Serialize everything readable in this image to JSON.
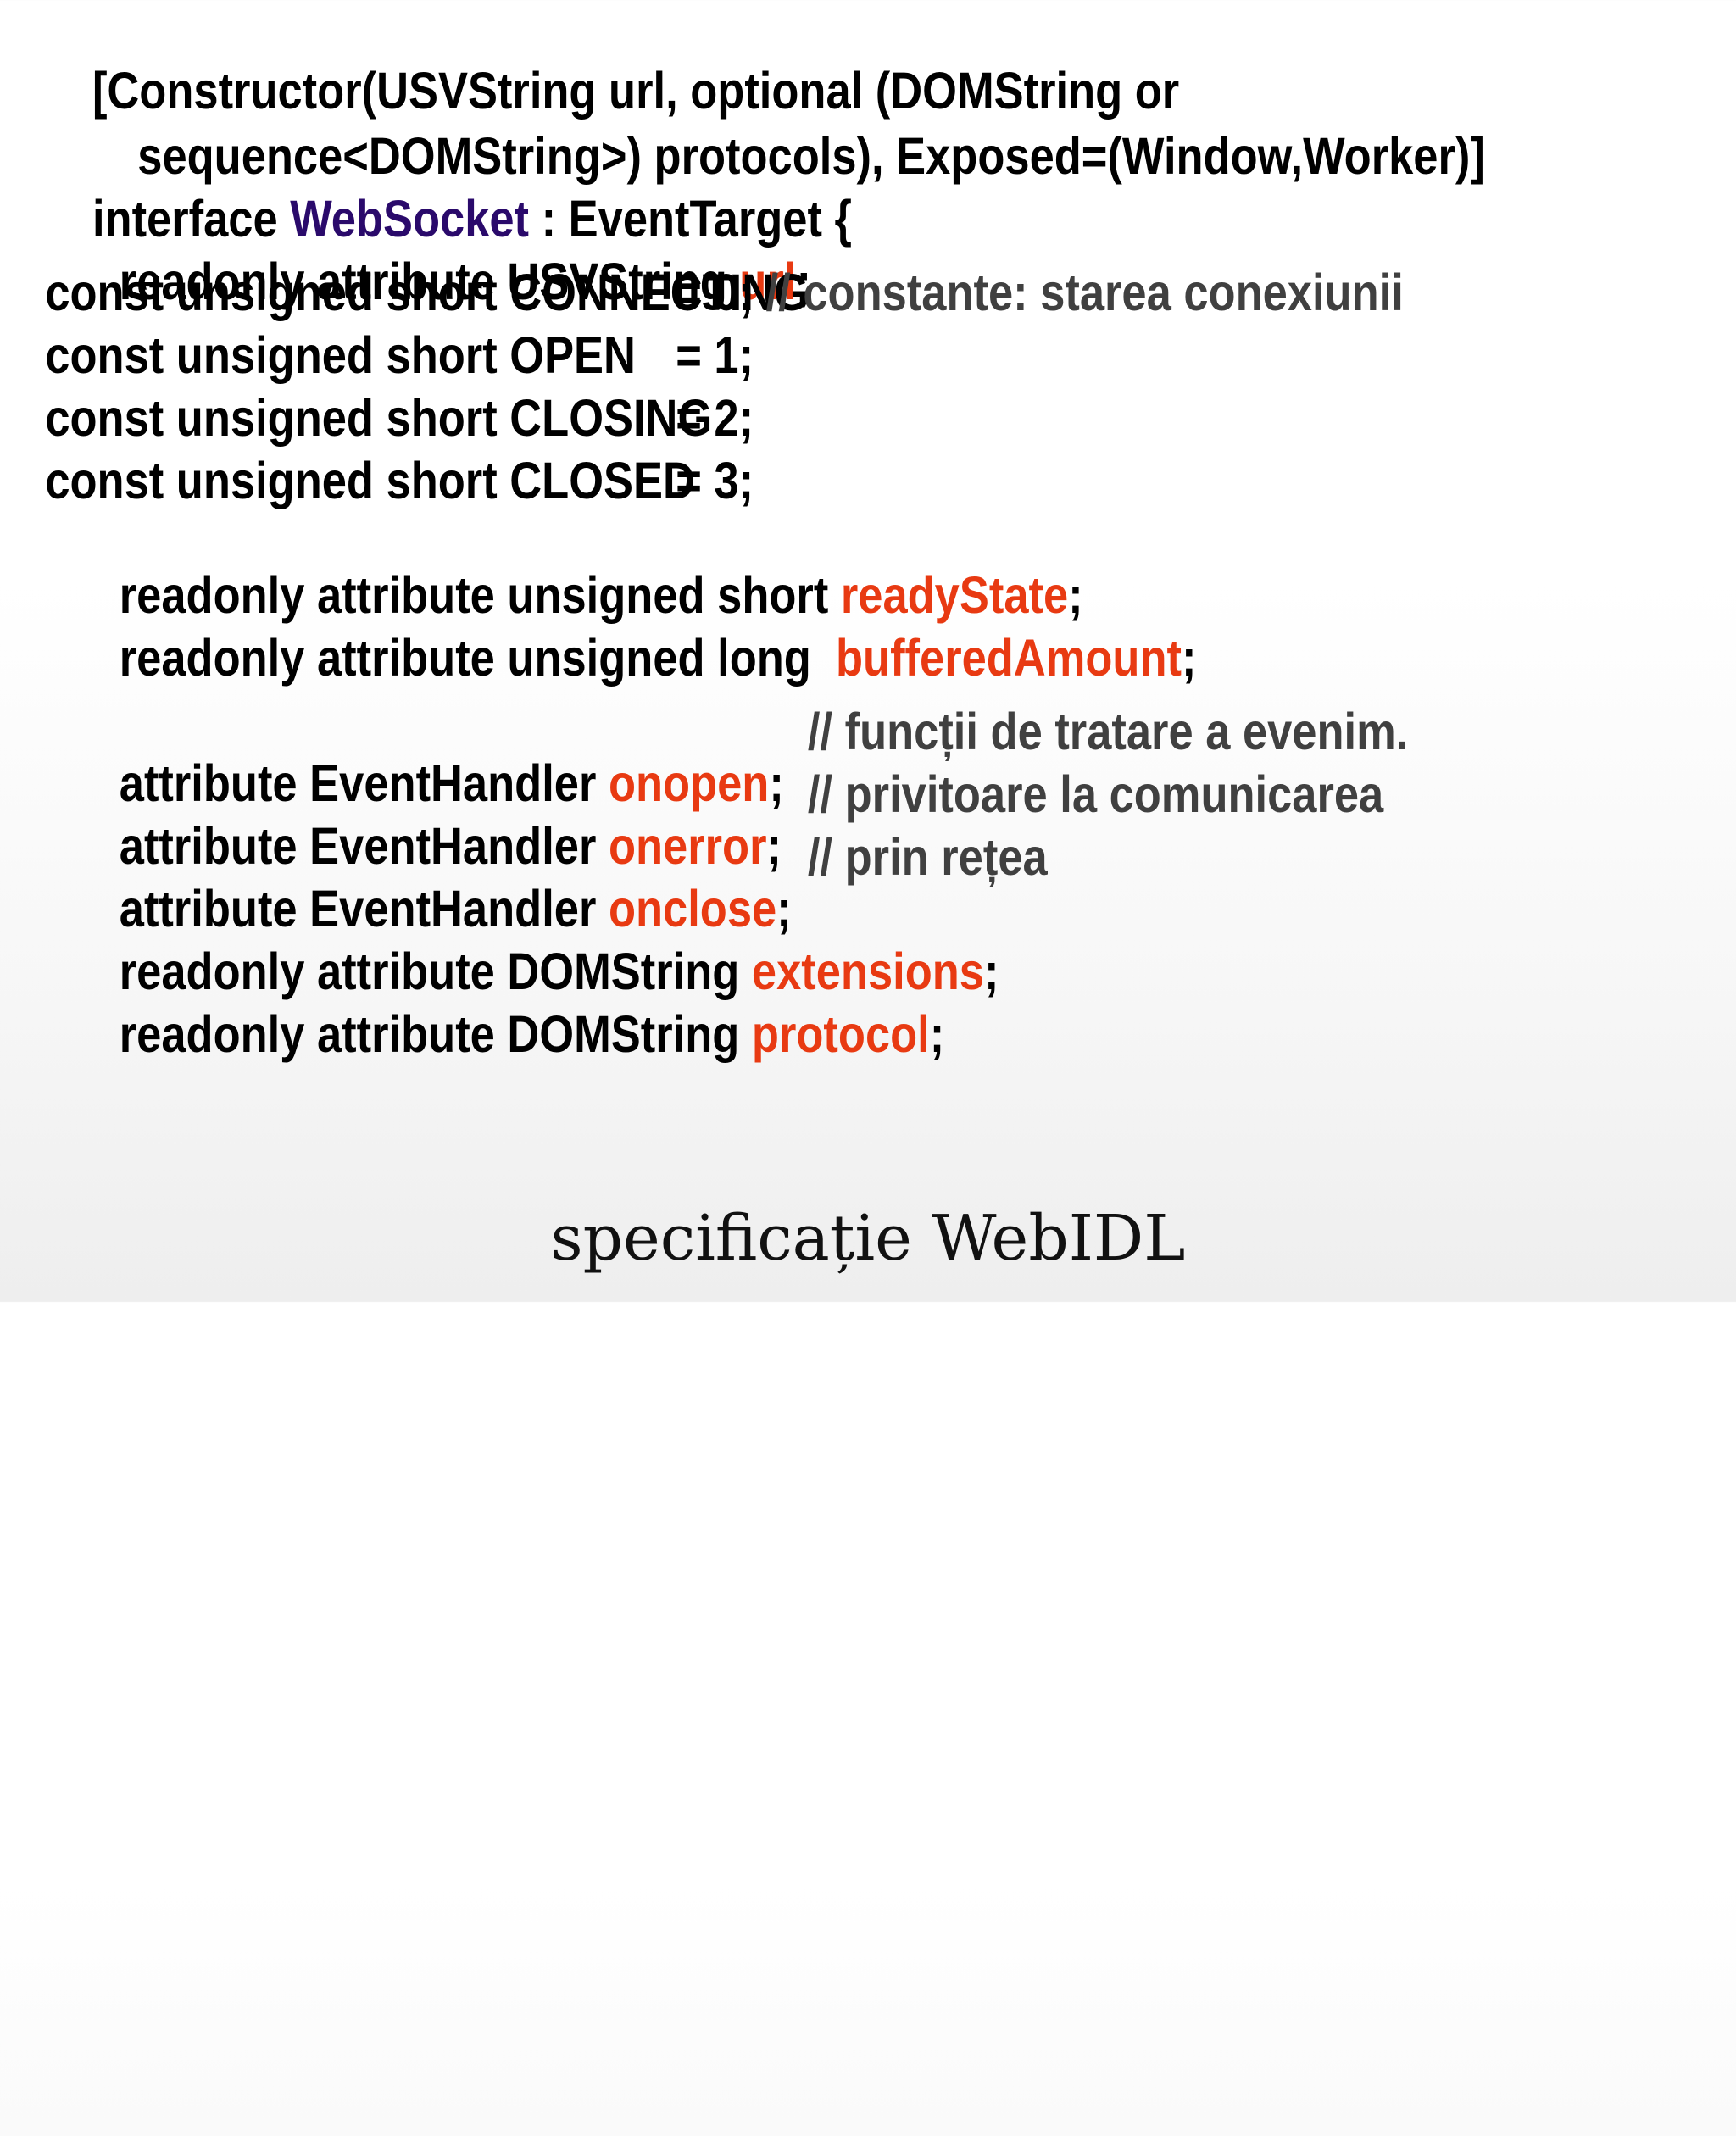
{
  "colors": {
    "text": "#000000",
    "interface_name": "#2a0a6b",
    "member_name": "#e83a12",
    "comment": "#404040"
  },
  "code": {
    "line1": "[Constructor(USVString url, optional (DOMString or",
    "line2": "sequence<DOMString>) protocols), Exposed=(Window,Worker)]",
    "line3_kw": "interface ",
    "line3_name": "WebSocket",
    "line3_rest": " : EventTarget {",
    "url_prefix": "readonly attribute USVString ",
    "url_name": "url",
    "semicolon": ";",
    "const_prefix": "const unsigned short ",
    "const_connecting": "CONNECTING",
    "const_connecting_eq": "= 0;",
    "const_comment": " // constante: starea conexiunii",
    "const_open": "OPEN",
    "const_open_eq": "= 1;",
    "const_closing": "CLOSING",
    "const_closing_eq": "= 2;",
    "const_closed": "CLOSED",
    "const_closed_eq": "= 3;",
    "ready_prefix": "readonly attribute unsigned short ",
    "ready_name": "readyState",
    "buffered_prefix": "readonly attribute unsigned long  ",
    "buffered_name": "bufferedAmount",
    "handler_prefix": "attribute EventHandler ",
    "onopen": "onopen",
    "onerror": "onerror",
    "onclose": "onclose",
    "comment_1": "// funcții de tratare a evenim.",
    "comment_2": "// privitoare la comunicarea",
    "comment_3": "// prin rețea",
    "dom_prefix": "readonly attribute DOMString ",
    "extensions": "extensions",
    "protocol": "protocol"
  },
  "caption": "specificație WebIDL"
}
